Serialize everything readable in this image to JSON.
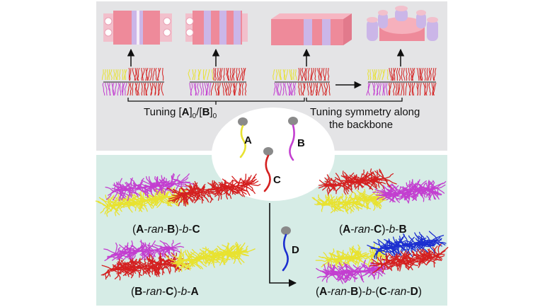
{
  "top_panel": {
    "caption_tuning_ratio": {
      "prefix": "Tuning [",
      "a": "A",
      "a_sub": "0",
      "sep": "/[",
      "b": "B",
      "b_sub": "0",
      "close1": "]",
      "close2": "]"
    },
    "caption_symmetry_line1": "Tuning symmetry along",
    "caption_symmetry_line2": "the backbone"
  },
  "monomers": {
    "a": "A",
    "b": "B",
    "c": "C",
    "d": "D"
  },
  "bottom_panel": {
    "label_1": {
      "p1": "(",
      "a": "A",
      "dash1": "-",
      "ran": "ran",
      "dash2": "-",
      "b": "B",
      "p2": ")-",
      "bi": "b",
      "dash3": "-",
      "c": "C"
    },
    "label_2": {
      "p1": "(",
      "b": "B",
      "dash1": "-",
      "ran": "ran",
      "dash2": "-",
      "c": "C",
      "p2": ")-",
      "bi": "b",
      "dash3": "-",
      "a": "A"
    },
    "label_3": {
      "p1": "(",
      "a": "A",
      "dash1": "-",
      "ran": "ran",
      "dash2": "-",
      "c": "C",
      "p2": ")-",
      "bi": "b",
      "dash3": "-",
      "b": "B"
    },
    "label_4": {
      "p1": "(",
      "a": "A",
      "dash1": "-",
      "ran": "ran",
      "dash2": "-",
      "b": "B",
      "p2": ")-",
      "bi": "b",
      "dash3": "-(",
      "c": "C",
      "dash4": "-",
      "ran2": "ran",
      "dash5": "-",
      "d": "D",
      "p3": ")"
    }
  },
  "colors": {
    "top_bg": "#e4e4e6",
    "bottom_bg": "#d6ece6",
    "yellow": "#e8e230",
    "magenta": "#c33fd0",
    "red": "#d42020",
    "blue": "#1c2fd0",
    "pink": "#ee8a9a",
    "lavender": "#cbb6e8"
  }
}
